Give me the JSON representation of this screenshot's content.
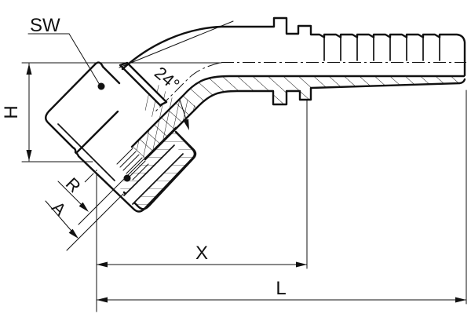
{
  "drawing": {
    "type": "technical-drawing",
    "subject": "45-degree elbow hose fitting, half-section catalog drawing",
    "colors": {
      "background": "#ffffff",
      "line": "#111111",
      "hatch_gray": "#7a7a7a"
    },
    "dimension_labels": {
      "wrench_size": "SW",
      "height": "H",
      "cone_angle": "24°",
      "thread": "R",
      "cone_seat": "A",
      "length_x": "X",
      "length_total": "L"
    }
  }
}
